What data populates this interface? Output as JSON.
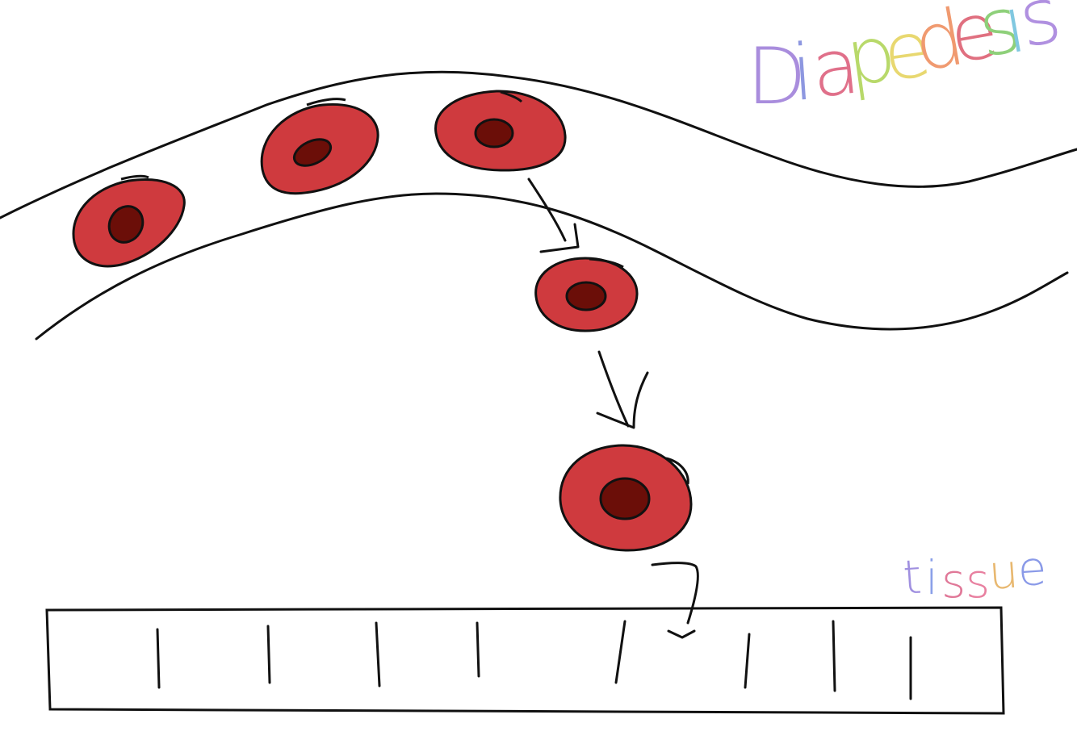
{
  "title": {
    "text": "Diapedesis",
    "letters": [
      {
        "ch": "D",
        "color": "#a98ddd"
      },
      {
        "ch": "i",
        "color": "#8d97e0"
      },
      {
        "ch": "a",
        "color": "#e0708a"
      },
      {
        "ch": "p",
        "color": "#b8d96a"
      },
      {
        "ch": "e",
        "color": "#e8d870"
      },
      {
        "ch": "d",
        "color": "#f09a70"
      },
      {
        "ch": "e",
        "color": "#e07080"
      },
      {
        "ch": "s",
        "color": "#8ed07a"
      },
      {
        "ch": "i",
        "color": "#80c8e0"
      },
      {
        "ch": "s",
        "color": "#b090e0"
      }
    ]
  },
  "tissue_label": {
    "text": "tissue",
    "letters": [
      {
        "ch": "t",
        "color": "#a090e0"
      },
      {
        "ch": "i",
        "color": "#8aa0e8"
      },
      {
        "ch": "s",
        "color": "#e07898"
      },
      {
        "ch": "s",
        "color": "#e880a0"
      },
      {
        "ch": "u",
        "color": "#e8b870"
      },
      {
        "ch": "e",
        "color": "#8a9ae8"
      }
    ]
  },
  "colors": {
    "cell_fill": "#cf3a3e",
    "nucleus_fill": "#6b0e08",
    "stroke": "#111111",
    "background": "#ffffff"
  },
  "cells": [
    {
      "name": "blood-cell-1",
      "location": "inside vessel"
    },
    {
      "name": "blood-cell-2",
      "location": "inside vessel"
    },
    {
      "name": "blood-cell-3",
      "location": "inside vessel"
    },
    {
      "name": "blood-cell-4",
      "location": "crossing vessel wall"
    },
    {
      "name": "blood-cell-5",
      "location": "migrating toward tissue"
    }
  ]
}
